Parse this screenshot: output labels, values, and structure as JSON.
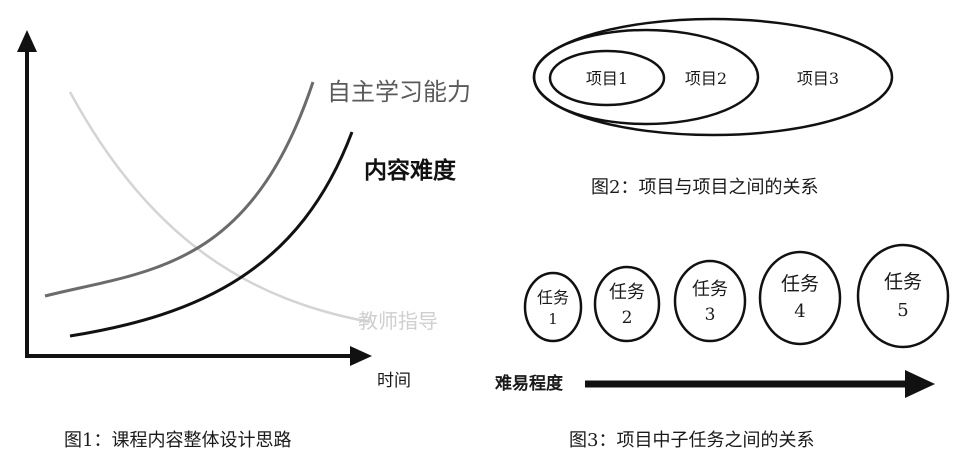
{
  "fig1": {
    "caption": "图1：课程内容整体设计思路",
    "x_axis_label": "时间",
    "curves": [
      {
        "label": "自主学习能力",
        "color": "#6b6b6b"
      },
      {
        "label": "内容难度",
        "color": "#111111"
      },
      {
        "label": "教师指导",
        "color": "#d4d4d4"
      }
    ]
  },
  "fig2": {
    "caption": "图2：项目与项目之间的关系",
    "ellipses": [
      "项目1",
      "项目2",
      "项目3"
    ]
  },
  "fig3": {
    "caption": "图3：项目中子任务之间的关系",
    "axis_label": "难易程度",
    "tasks": [
      {
        "line1": "任务",
        "line2": "1"
      },
      {
        "line1": "任务",
        "line2": "2"
      },
      {
        "line1": "任务",
        "line2": "3"
      },
      {
        "line1": "任务",
        "line2": "4"
      },
      {
        "line1": "任务",
        "line2": "5"
      }
    ]
  }
}
